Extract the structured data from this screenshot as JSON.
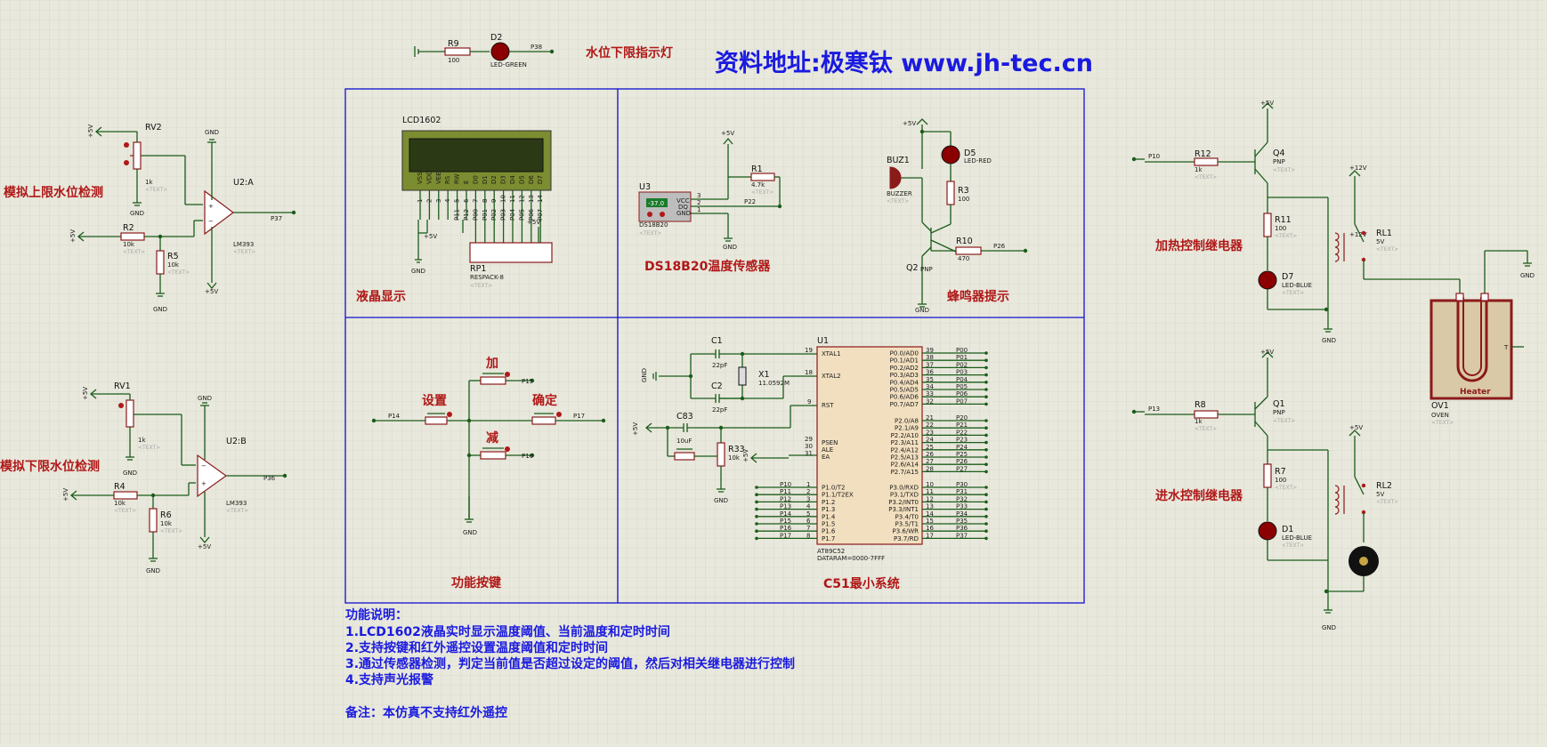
{
  "header": {
    "title": "资料地址:极寒钛 www.jh-tec.cn",
    "water_low_label": "水位下限指示灯"
  },
  "sections": {
    "lcd": "液晶显示",
    "ds18b20": "DS18B20温度传感器",
    "buzzer": "蜂鸣器提示",
    "keys": "功能按键",
    "mcu": "C51最小系统",
    "upper_detect": "模拟上限水位检测",
    "lower_detect": "模拟下限水位检测",
    "heat_relay": "加热控制继电器",
    "water_relay": "进水控制继电器"
  },
  "buttons": {
    "add": "加",
    "set": "设置",
    "ok": "确定",
    "sub": "减"
  },
  "notes": {
    "title": "功能说明：",
    "line1": "1.LCD1602液晶实时显示温度阈值、当前温度和定时时间",
    "line2": "2.支持按键和红外遥控设置温度阈值和定时时间",
    "line3": "3.通过传感器检测，判定当前值是否超过设定的阈值，然后对相关继电器进行控制",
    "line4": "4.支持声光报警",
    "remark": "备注：本仿真不支持红外遥控"
  },
  "components": {
    "r9": {
      "ref": "R9",
      "val": "100"
    },
    "d2": {
      "ref": "D2",
      "val": "LED-GREEN"
    },
    "lcd": {
      "ref": "LCD1602"
    },
    "lcd_pins": [
      "VSS",
      "VDD",
      "VEE",
      "RS",
      "RW",
      "E",
      "D0",
      "D1",
      "D2",
      "D3",
      "D4",
      "D5",
      "D6",
      "D7"
    ],
    "lcd_nums": [
      "1",
      "2",
      "3",
      "4",
      "5",
      "6",
      "7",
      "8",
      "9",
      "10",
      "11",
      "12",
      "13",
      "14"
    ],
    "lcd_ports": [
      "P11",
      "P12",
      "P00",
      "P01",
      "P02",
      "P03",
      "P04",
      "P05",
      "P06",
      "P07"
    ],
    "rp1": {
      "ref": "RP1",
      "val": "RESPACK-8",
      "text": "<TEXT>"
    },
    "u3": {
      "ref": "U3",
      "val": "DS18B20",
      "text": "<TEXT>",
      "reading": "-37.0",
      "pins": [
        "VCC",
        "DQ",
        "GND"
      ],
      "nums": [
        "3",
        "2",
        "1"
      ]
    },
    "r1": {
      "ref": "R1",
      "val": "4.7k",
      "text": "<TEXT>"
    },
    "buz1": {
      "ref": "BUZ1",
      "val": "BUZZER",
      "text": "<TEXT>"
    },
    "d5": {
      "ref": "D5",
      "val": "LED-RED"
    },
    "r3": {
      "ref": "R3",
      "val": "100"
    },
    "q2": {
      "ref": "Q2",
      "val": "PNP"
    },
    "r10": {
      "ref": "R10",
      "val": "470"
    },
    "rv2": {
      "ref": "RV2",
      "val": "1k",
      "text": "<TEXT>"
    },
    "u2a": {
      "ref": "U2:A",
      "val": "LM393",
      "text": "<TEXT>"
    },
    "r2": {
      "ref": "R2",
      "val": "10k",
      "text": "<TEXT>"
    },
    "r5": {
      "ref": "R5",
      "val": "10k",
      "text": "<TEXT>"
    },
    "rv1": {
      "ref": "RV1",
      "val": "1k",
      "text": "<TEXT>"
    },
    "u2b": {
      "ref": "U2:B",
      "val": "LM393",
      "text": "<TEXT>"
    },
    "r4": {
      "ref": "R4",
      "val": "10k",
      "text": "<TEXT>"
    },
    "r6": {
      "ref": "R6",
      "val": "10k",
      "text": "<TEXT>"
    },
    "c1": {
      "ref": "C1",
      "val": "22pF"
    },
    "c2": {
      "ref": "C2",
      "val": "22pF"
    },
    "x1": {
      "ref": "X1",
      "val": "11.0592M"
    },
    "c83": {
      "ref": "C83",
      "val": "10uF"
    },
    "r33": {
      "ref": "R33",
      "val": "10k"
    },
    "u1": {
      "ref": "U1",
      "val": "AT89C52",
      "mem": "DATARAM=0000-7FFF"
    },
    "r12": {
      "ref": "R12",
      "val": "1k",
      "text": "<TEXT>"
    },
    "q4": {
      "ref": "Q4",
      "val": "PNP",
      "text": "<TEXT>"
    },
    "r11": {
      "ref": "R11",
      "val": "100",
      "text": "<TEXT>"
    },
    "d7": {
      "ref": "D7",
      "val": "LED-BLUE",
      "text": "<TEXT>"
    },
    "rl1": {
      "ref": "RL1",
      "val": "5V",
      "text": "<TEXT>"
    },
    "r8": {
      "ref": "R8",
      "val": "1k",
      "text": "<TEXT>"
    },
    "q1": {
      "ref": "Q1",
      "val": "PNP",
      "text": "<TEXT>"
    },
    "r7": {
      "ref": "R7",
      "val": "100",
      "text": "<TEXT>"
    },
    "d1": {
      "ref": "D1",
      "val": "LED-BLUE",
      "text": "<TEXT>"
    },
    "rl2": {
      "ref": "RL2",
      "val": "5V",
      "text": "<TEXT>"
    },
    "ov1": {
      "ref": "OV1",
      "val": "OVEN",
      "text": "<TEXT>",
      "heater": "Heater"
    }
  },
  "mcu": {
    "xtal1": "XTAL1",
    "xtal2": "XTAL2",
    "rst": "RST",
    "psen": "PSEN",
    "ale": "ALE",
    "ea": "EA",
    "xtal1_n": "19",
    "xtal2_n": "18",
    "rst_n": "9",
    "psen_n": "29",
    "ale_n": "30",
    "ea_n": "31",
    "p0": [
      "P0.0/AD0",
      "P0.1/AD1",
      "P0.2/AD2",
      "P0.3/AD3",
      "P0.4/AD4",
      "P0.5/AD5",
      "P0.6/AD6",
      "P0.7/AD7"
    ],
    "p0_n": [
      "39",
      "38",
      "37",
      "36",
      "35",
      "34",
      "33",
      "32"
    ],
    "p0_l": [
      "P00",
      "P01",
      "P02",
      "P03",
      "P04",
      "P05",
      "P06",
      "P07"
    ],
    "p2": [
      "P2.0/A8",
      "P2.1/A9",
      "P2.2/A10",
      "P2.3/A11",
      "P2.4/A12",
      "P2.5/A13",
      "P2.6/A14",
      "P2.7/A15"
    ],
    "p2_n": [
      "21",
      "22",
      "23",
      "24",
      "25",
      "26",
      "27",
      "28"
    ],
    "p2_l": [
      "P20",
      "P21",
      "P22",
      "P23",
      "P24",
      "P25",
      "P26",
      "P27"
    ],
    "p3": [
      "P3.0/RXD",
      "P3.1/TXD",
      "P3.2/INT0",
      "P3.3/INT1",
      "P3.4/T0",
      "P3.5/T1",
      "P3.6/WR",
      "P3.7/RD"
    ],
    "p3_n": [
      "10",
      "11",
      "12",
      "13",
      "14",
      "15",
      "16",
      "17"
    ],
    "p3_l": [
      "P30",
      "P31",
      "P32",
      "P33",
      "P34",
      "P35",
      "P36",
      "P37"
    ],
    "p1": [
      "P1.0/T2",
      "P1.1/T2EX",
      "P1.2",
      "P1.3",
      "P1.4",
      "P1.5",
      "P1.6",
      "P1.7"
    ],
    "p1_n": [
      "1",
      "2",
      "3",
      "4",
      "5",
      "6",
      "7",
      "8"
    ],
    "p1_l": [
      "P10",
      "P11",
      "P12",
      "P13",
      "P14",
      "P15",
      "P16",
      "P17"
    ]
  },
  "nets": {
    "p38_d2": "P38",
    "p37": "P37",
    "p36": "P36",
    "p22": "P22",
    "p26": "P26",
    "p10": "P10",
    "p13": "P13",
    "p14": "P14",
    "p15": "P15",
    "p16": "P16",
    "p17": "P17",
    "gnd": "GND",
    "v5": "+5V",
    "v12": "+12V"
  }
}
